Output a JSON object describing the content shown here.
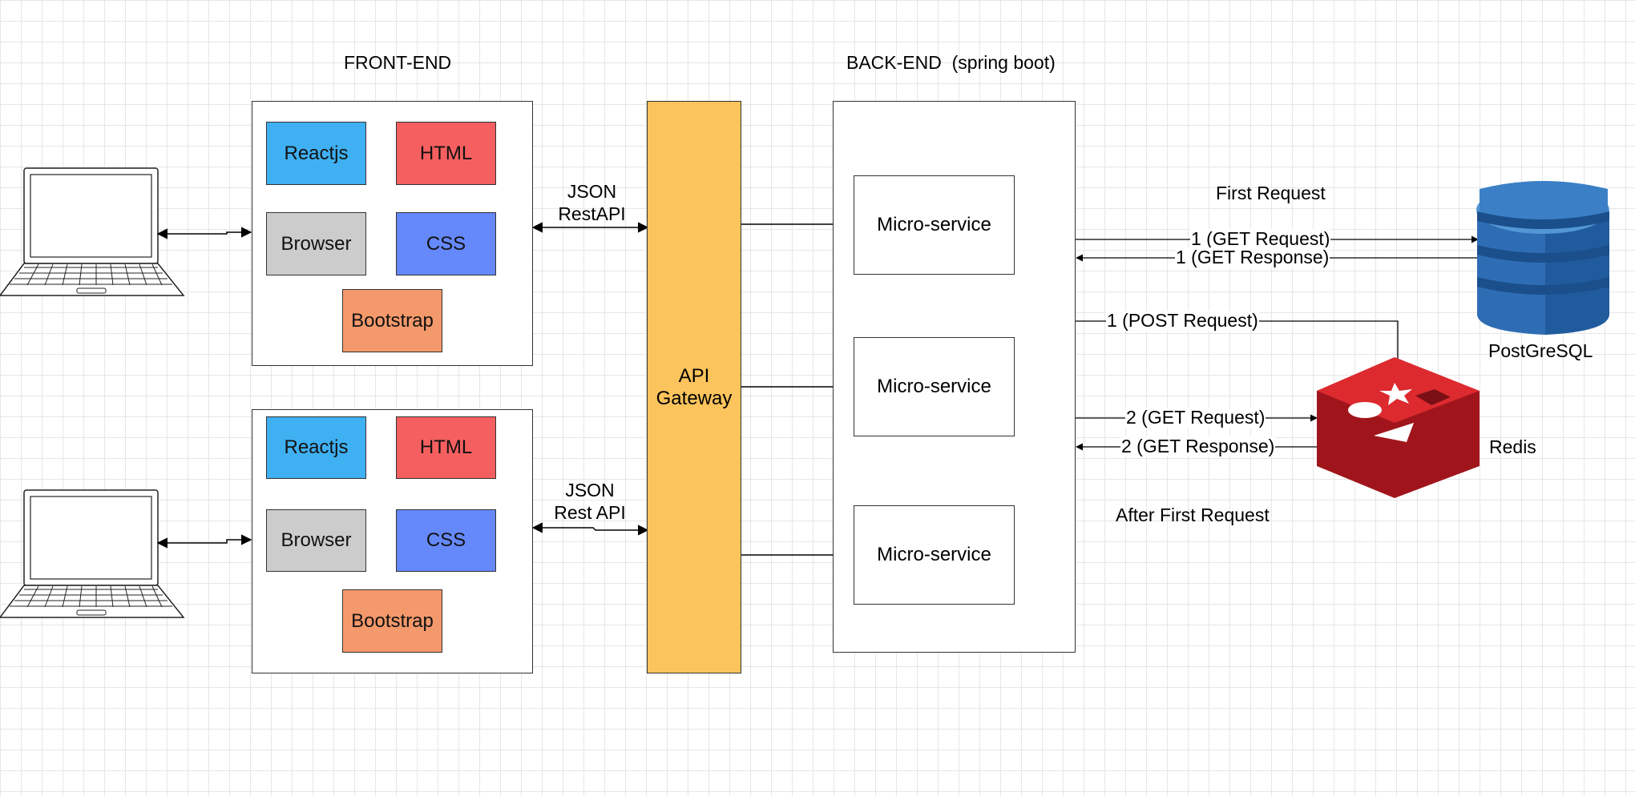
{
  "colors": {
    "reactjs": "#3fb0f2",
    "html": "#f55f5f",
    "browser": "#cccccc",
    "css": "#6589fb",
    "bootstrap": "#f4996b",
    "gateway": "#fcc45c",
    "postgres": "#2e6db4",
    "redis": "#c81e24"
  },
  "sections": {
    "frontend_title": "FRONT-END",
    "backend_title": "BACK-END  (spring boot)"
  },
  "frontend_top": {
    "tiles": [
      "Reactjs",
      "HTML",
      "Browser",
      "CSS",
      "Bootstrap"
    ],
    "link_label": [
      "JSON",
      "RestAPI"
    ]
  },
  "frontend_bottom": {
    "tiles": [
      "Reactjs",
      "HTML",
      "Browser",
      "CSS",
      "Bootstrap"
    ],
    "link_label": [
      "JSON",
      "Rest API"
    ]
  },
  "gateway": {
    "lines": [
      "API",
      "Gateway"
    ]
  },
  "microservices": [
    "Micro-service",
    "Micro-service",
    "Micro-service"
  ],
  "flows": {
    "first_request_title": "First Request",
    "get_request_1": "1 (GET Request)",
    "get_response_1": "1 (GET Response)",
    "post_request_1": "1 (POST Request)",
    "get_request_2": "2 (GET Request)",
    "get_response_2": "2 (GET Response)",
    "after_first_request": "After First Request"
  },
  "databases": {
    "postgres_label": "PostGreSQL",
    "postgres_icon": "database-cylinder-icon",
    "redis_label": "Redis",
    "redis_icon": "redis-stack-icon"
  },
  "clients": {
    "icon": "laptop-icon",
    "count": 2
  }
}
